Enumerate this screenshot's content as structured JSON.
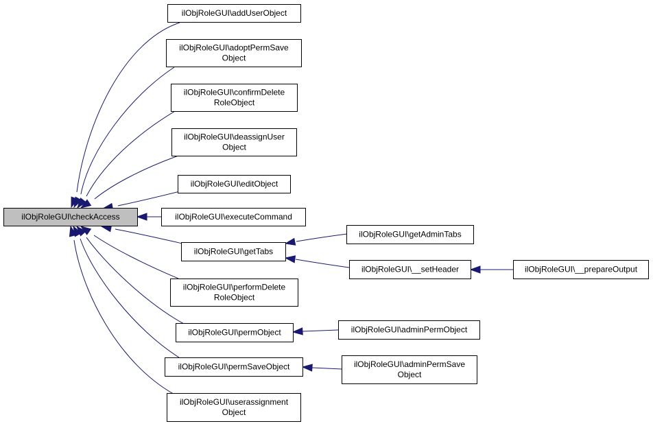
{
  "graph": {
    "colors": {
      "edge": "#191970",
      "root_fill": "#bfbfbf",
      "node_fill": "#ffffff",
      "node_border": "#000000"
    },
    "nodes": [
      {
        "id": "checkAccess",
        "lines": [
          "ilObjRoleGUI\\checkAccess"
        ],
        "root": true
      },
      {
        "id": "addUserObject",
        "lines": [
          "ilObjRoleGUI\\addUserObject"
        ]
      },
      {
        "id": "adoptPermSaveObject",
        "lines": [
          "ilObjRoleGUI\\adoptPermSave",
          "Object"
        ]
      },
      {
        "id": "confirmDeleteRoleObject",
        "lines": [
          "ilObjRoleGUI\\confirmDelete",
          "RoleObject"
        ]
      },
      {
        "id": "deassignUserObject",
        "lines": [
          "ilObjRoleGUI\\deassignUser",
          "Object"
        ]
      },
      {
        "id": "editObject",
        "lines": [
          "ilObjRoleGUI\\editObject"
        ]
      },
      {
        "id": "executeCommand",
        "lines": [
          "ilObjRoleGUI\\executeCommand"
        ]
      },
      {
        "id": "getTabs",
        "lines": [
          "ilObjRoleGUI\\getTabs"
        ]
      },
      {
        "id": "performDeleteRoleObject",
        "lines": [
          "ilObjRoleGUI\\performDelete",
          "RoleObject"
        ]
      },
      {
        "id": "permObject",
        "lines": [
          "ilObjRoleGUI\\permObject"
        ]
      },
      {
        "id": "permSaveObject",
        "lines": [
          "ilObjRoleGUI\\permSaveObject"
        ]
      },
      {
        "id": "userassignmentObject",
        "lines": [
          "ilObjRoleGUI\\userassignment",
          "Object"
        ]
      },
      {
        "id": "getAdminTabs",
        "lines": [
          "ilObjRoleGUI\\getAdminTabs"
        ]
      },
      {
        "id": "setHeader",
        "lines": [
          "ilObjRoleGUI\\__setHeader"
        ]
      },
      {
        "id": "prepareOutput",
        "lines": [
          "ilObjRoleGUI\\__prepareOutput"
        ]
      },
      {
        "id": "adminPermObject",
        "lines": [
          "ilObjRoleGUI\\adminPermObject"
        ]
      },
      {
        "id": "adminPermSaveObject",
        "lines": [
          "ilObjRoleGUI\\adminPermSave",
          "Object"
        ]
      }
    ],
    "edges": [
      {
        "from": "addUserObject",
        "to": "checkAccess"
      },
      {
        "from": "adoptPermSaveObject",
        "to": "checkAccess"
      },
      {
        "from": "confirmDeleteRoleObject",
        "to": "checkAccess"
      },
      {
        "from": "deassignUserObject",
        "to": "checkAccess"
      },
      {
        "from": "editObject",
        "to": "checkAccess"
      },
      {
        "from": "executeCommand",
        "to": "checkAccess"
      },
      {
        "from": "getTabs",
        "to": "checkAccess"
      },
      {
        "from": "performDeleteRoleObject",
        "to": "checkAccess"
      },
      {
        "from": "permObject",
        "to": "checkAccess"
      },
      {
        "from": "permSaveObject",
        "to": "checkAccess"
      },
      {
        "from": "userassignmentObject",
        "to": "checkAccess"
      },
      {
        "from": "getAdminTabs",
        "to": "getTabs"
      },
      {
        "from": "setHeader",
        "to": "getTabs"
      },
      {
        "from": "prepareOutput",
        "to": "setHeader"
      },
      {
        "from": "adminPermObject",
        "to": "permObject"
      },
      {
        "from": "adminPermSaveObject",
        "to": "permSaveObject"
      }
    ]
  }
}
